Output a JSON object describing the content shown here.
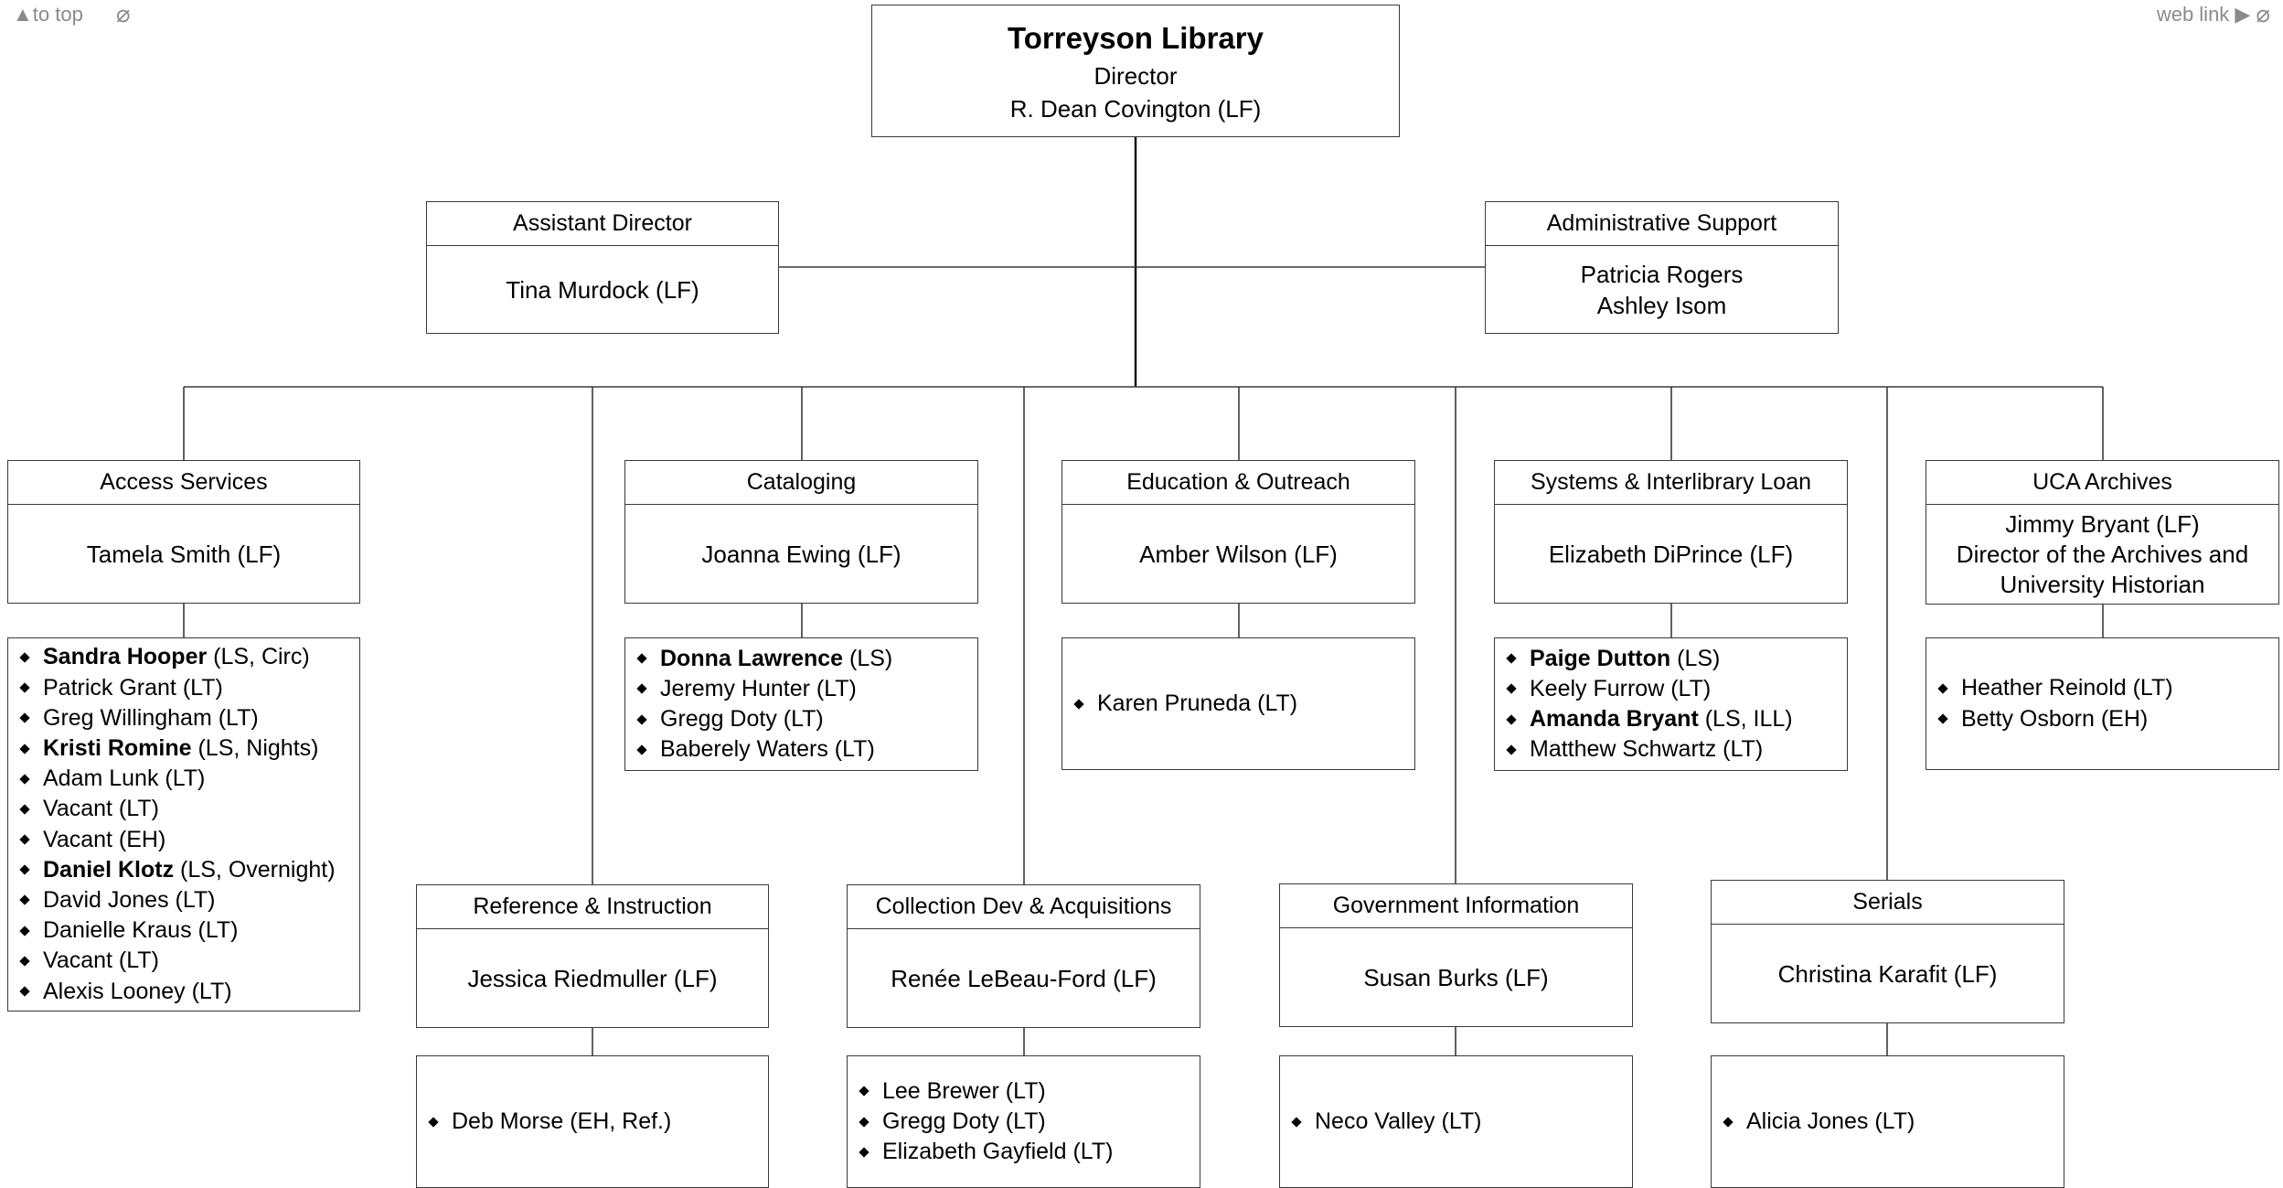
{
  "nav": {
    "to_top": "▲to top",
    "web_link": "web link ▶",
    "link_icon": "link-icon"
  },
  "director": {
    "title": "Torreyson Library",
    "role": "Director",
    "name": "R. Dean Covington (LF)"
  },
  "assistant": {
    "header": "Assistant Director",
    "name": "Tina Murdock (LF)"
  },
  "admin": {
    "header": "Administrative Support",
    "names": [
      "Patricia Rogers",
      "Ashley Isom"
    ]
  },
  "departments": {
    "access": {
      "header": "Access Services",
      "head": "Tamela Smith (LF)",
      "staff": [
        {
          "name": "Sandra Hooper",
          "detail": " (LS, Circ)",
          "bold": true
        },
        {
          "name": "Patrick Grant (LT)",
          "detail": "",
          "bold": false
        },
        {
          "name": "Greg Willingham (LT)",
          "detail": "",
          "bold": false
        },
        {
          "name": "Kristi Romine",
          "detail": " (LS, Nights)",
          "bold": true
        },
        {
          "name": "Adam Lunk (LT)",
          "detail": "",
          "bold": false
        },
        {
          "name": "Vacant (LT)",
          "detail": "",
          "bold": false
        },
        {
          "name": "Vacant (EH)",
          "detail": "",
          "bold": false
        },
        {
          "name": "Daniel Klotz",
          "detail": " (LS, Overnight)",
          "bold": true
        },
        {
          "name": "David Jones (LT)",
          "detail": "",
          "bold": false
        },
        {
          "name": "Danielle Kraus (LT)",
          "detail": "",
          "bold": false
        },
        {
          "name": "Vacant (LT)",
          "detail": "",
          "bold": false
        },
        {
          "name": "Alexis Looney (LT)",
          "detail": "",
          "bold": false
        }
      ]
    },
    "cataloging": {
      "header": "Cataloging",
      "head": "Joanna Ewing (LF)",
      "staff": [
        {
          "name": "Donna Lawrence",
          "detail": " (LS)",
          "bold": true
        },
        {
          "name": "Jeremy Hunter (LT)",
          "detail": "",
          "bold": false
        },
        {
          "name": "Gregg Doty (LT)",
          "detail": "",
          "bold": false
        },
        {
          "name": "Baberely Waters (LT)",
          "detail": "",
          "bold": false
        }
      ]
    },
    "education": {
      "header": "Education & Outreach",
      "head": "Amber Wilson (LF)",
      "staff": [
        {
          "name": "Karen Pruneda (LT)",
          "detail": "",
          "bold": false
        }
      ]
    },
    "systems": {
      "header": "Systems & Interlibrary Loan",
      "head": "Elizabeth DiPrince (LF)",
      "staff": [
        {
          "name": "Paige Dutton",
          "detail": " (LS)",
          "bold": true
        },
        {
          "name": "Keely Furrow (LT)",
          "detail": "",
          "bold": false
        },
        {
          "name": "Amanda Bryant",
          "detail": " (LS, ILL)",
          "bold": true
        },
        {
          "name": "Matthew Schwartz (LT)",
          "detail": "",
          "bold": false
        }
      ]
    },
    "archives": {
      "header": "UCA Archives",
      "head_lines": [
        "Jimmy Bryant (LF)",
        "Director of the Archives and",
        "University Historian"
      ],
      "staff": [
        {
          "name": "Heather Reinold (LT)",
          "detail": "",
          "bold": false
        },
        {
          "name": "Betty Osborn (EH)",
          "detail": "",
          "bold": false
        }
      ]
    },
    "reference": {
      "header": "Reference & Instruction",
      "head": "Jessica Riedmuller (LF)",
      "staff": [
        {
          "name": "Deb Morse (EH, Ref.)",
          "detail": "",
          "bold": false
        }
      ]
    },
    "collection": {
      "header": "Collection Dev & Acquisitions",
      "head": "Renée LeBeau-Ford (LF)",
      "staff": [
        {
          "name": "Lee Brewer (LT)",
          "detail": "",
          "bold": false
        },
        {
          "name": "Gregg Doty (LT)",
          "detail": "",
          "bold": false
        },
        {
          "name": "Elizabeth Gayfield (LT)",
          "detail": "",
          "bold": false
        }
      ]
    },
    "government": {
      "header": "Government Information",
      "head": "Susan Burks (LF)",
      "staff": [
        {
          "name": "Neco Valley (LT)",
          "detail": "",
          "bold": false
        }
      ]
    },
    "serials": {
      "header": "Serials",
      "head": "Christina Karafit (LF)",
      "staff": [
        {
          "name": "Alicia Jones (LT)",
          "detail": "",
          "bold": false
        }
      ]
    }
  }
}
